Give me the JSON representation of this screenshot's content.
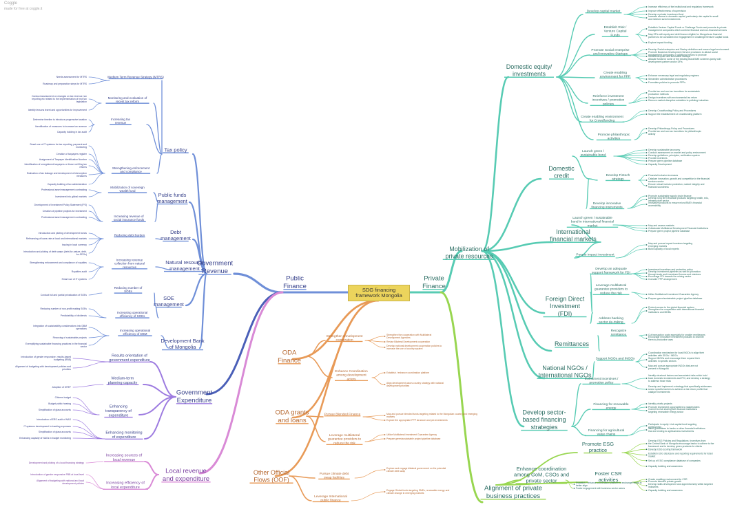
{
  "header": {
    "title": "Coggle",
    "subtitle": "made for free at coggle.it"
  },
  "center": {
    "line1": "SDG financing",
    "line2": "framework Mongolia"
  },
  "colors": {
    "blue": "#6f8fd8",
    "darkblue": "#4a5fb8",
    "purple": "#9d7be0",
    "pink": "#d98ad6",
    "orange": "#e89a57",
    "teal": "#57cbb3",
    "green": "#98d650",
    "ink": "#36408a",
    "brown": "#b5662d",
    "darkteal": "#2b6d63"
  },
  "branches": {
    "public_finance": "Public\nFinance",
    "private_finance": "Private\nFinance",
    "government_revenue": "Government\nRevenue",
    "government_expenditure": "Government\nExpenditure",
    "local_revenue": "Local revenue\nand expenditure",
    "oda_finance": "ODA\nFinance",
    "oda_grants": "ODA grants\nand loans",
    "oof": "Other Official\nFlows (OOF)",
    "mobilization": "Mobilization of\nprivate resources",
    "alignment": "Alignment of private\nbusiness practices"
  },
  "revenue_nodes": [
    {
      "id": "tax",
      "label": "Tax policy"
    },
    {
      "id": "pfm",
      "label": "Public funds\nmanagement"
    },
    {
      "id": "debt",
      "label": "Debt\nmanagement"
    },
    {
      "id": "natres",
      "label": "Natural resource\nmanagement"
    },
    {
      "id": "soe",
      "label": "SOE\nmanagement"
    },
    {
      "id": "dbm",
      "label": "Development Bank\nof Mongolia"
    }
  ],
  "revenue_subs": [
    {
      "id": "mtrs",
      "parent": "tax",
      "label": "Medium Term Revenue Strategy (MTRS)",
      "leaves": [
        "Needs assessment for MTRS",
        "Roadmap and preparation steps for MTRS"
      ]
    },
    {
      "id": "monitor",
      "parent": "tax",
      "label": "Monitoring and evaluation of\nrecent tax reform",
      "leaves": [
        "Conduct assessment on changes on tax revenue, tax\nreporting etc related to the implementation of new tax\nlegislation",
        "Identify lessons learnt and opportunities for improvement"
      ]
    },
    {
      "id": "incr",
      "parent": "tax",
      "label": "Increasing tax\nrevenue",
      "leaves": [
        "Determine timeline to introduce progressive taxation",
        "Identification of measures to increase tax revenue",
        "Capacity building in tax audit"
      ]
    },
    {
      "id": "strength",
      "parent": "tax",
      "label": "Strengthening enforcement\nand compliance",
      "leaves": [
        "Smart use of IT systems for tax reporting, payment and\nmonitoring",
        "Creation of taxpayers register",
        "Assignment of Taxpayer Identification Number",
        "Identification of unregistered taxpayers or those not filing tax\nreturns",
        "Estimation of tax leakage and development of interception\nmeasures",
        "Capacity building of tax administration"
      ]
    },
    {
      "id": "swf",
      "parent": "pfm",
      "label": "Mobilization of sovereign\nwealth fund",
      "leaves": [
        "Professional asset management contracting",
        "Investment into global markets"
      ]
    },
    {
      "id": "sifunds",
      "parent": "pfm",
      "label": "Increasing revenue of\nsocial insurance funds",
      "leaves": [
        "Development of Investment Policy Statement (IPS)",
        "Creation of pipeline projects for investment",
        "Professional asset management contracting"
      ]
    },
    {
      "id": "reduce",
      "parent": "debt",
      "label": "Reducing debt burden",
      "leaves": [
        "Introduction and piloting of development bonds",
        "Refinancing of loans rate at local and international markets",
        "Issuing in local currency",
        "Introduction and piloting of debt swaps (debt-for-nature, debt-\nfor-SDGs)"
      ]
    },
    {
      "id": "natrev",
      "parent": "natres",
      "label": "Increasing revenue\ncollection from natural\nresources",
      "leaves": [
        "Strengthening enforcement and compliance of royalties",
        "Royalties audit",
        "Smart use of IT systems"
      ]
    },
    {
      "id": "soes",
      "parent": "soe",
      "label": "Reducing number of\nSOEs",
      "leaves": [
        "Conduct full and partial privatization of SOEs"
      ]
    },
    {
      "id": "soeeff",
      "parent": "soe",
      "label": "Increasing operational\nefficiency of SOEs",
      "leaves": [
        "Reducing number of non-profit making SOEs",
        "Predictability of dividends"
      ]
    },
    {
      "id": "dbmeff",
      "parent": "dbm",
      "label": "Increasing operational\nefficiency of DBM",
      "leaves": [
        "Integration of sustainability considerations into DBM\noperations",
        "Financing of sustainable projects",
        "Exemplifying sustainable financing practices in the financial\nsector"
      ]
    }
  ],
  "expenditure_nodes": [
    {
      "id": "results",
      "label": "Results orientation of\ngovernment expenditure",
      "leaves": [
        "Introduction of gender responsive, results-based\nbudgeting (RBB)",
        "Alignment of budgeting with development policies and\npriorities"
      ]
    },
    {
      "id": "mtp",
      "label": "Medium-term\nplanning capacity",
      "leaves": [
        "Adoption of MTEF"
      ]
    },
    {
      "id": "transp",
      "label": "Enhancing\ntransparency of\nexpenditure",
      "leaves": [
        "Citizens budget",
        "Budget public hearing",
        "Simplification of glass accounts"
      ]
    },
    {
      "id": "monexp",
      "label": "Enhancing monitoring\nof expenditure",
      "leaves": [
        "Introduction of ERS audit of NAO",
        "IT systems development in tracking expenses",
        "Simplification of glass accounts",
        "Enhancing capacity of NAOs in budget monitoring"
      ]
    }
  ],
  "local_nodes": [
    {
      "id": "locrev",
      "label": "Increasing sources of\nlocal revenue",
      "leaves": [
        "Development and piloting of a local financing strategy"
      ]
    },
    {
      "id": "locexp",
      "label": "Increasing efficiency of\nlocal expenditure",
      "leaves": [
        "Introduction of gender responsive PBB at local level",
        "Alignment of budgeting with national and local\ndevelopment policies"
      ]
    }
  ],
  "oda_nodes": [
    {
      "id": "sdc",
      "group": "oda_finance",
      "label": "Strengthen Development\ncooperation",
      "leaves": [
        "Strengthen the cooperation with Multilateral\nDevelopment Agencies",
        "Revise Bilateral Development cooperation",
        "Develop national development cooperation policies to\nincrease the use of country system"
      ]
    },
    {
      "id": "coord",
      "group": "oda_finance",
      "label": "Enhance Coordination\namong development\nactors",
      "leaves": [
        "Establish / enhance coordination platform",
        "Align development actors country strategy with national\ndevelopment priorities"
      ]
    },
    {
      "id": "blended",
      "group": "oda_grants",
      "label": "Pursue Blended Finance",
      "leaves": [
        "Map and pursue blended funds targeting related to the Mongolian country and emerging\nmarkets",
        "Explore the appropriate PPP structure and pre-investments"
      ]
    },
    {
      "id": "mga",
      "group": "oda_grants",
      "label": "Leverage multilateral\nguarantee providers to\nreduce the risk",
      "leaves": [
        "Utilize Multilateral Investment Guarantee Agency",
        "Prepare green/sustainable project pipeline database"
      ]
    },
    {
      "id": "swap",
      "group": "oof",
      "label": "Pursue climate debt\nswap facilities",
      "leaves": [
        "Explore and engage bilateral government on the potential\nclimate debt swap"
      ]
    },
    {
      "id": "lipf",
      "group": "oof",
      "label": "Leverage International\npublic finance",
      "leaves": [
        "Engage Global funds targeting SMEs, renewable energy and\nclimate change in emerging markets"
      ]
    }
  ],
  "private_groups": [
    {
      "id": "equity",
      "label": "Domestic equity/\ninvestments"
    },
    {
      "id": "credit",
      "label": "Domestic\ncredit"
    },
    {
      "id": "intl",
      "label": "International\nfinancial markets"
    },
    {
      "id": "fdi",
      "label": "Foreign Direct\nInvestment\n(FDI)"
    },
    {
      "id": "remit",
      "label": "Remittances"
    },
    {
      "id": "ngos",
      "label": "National NGOs /\nInternational NGOs"
    },
    {
      "id": "sector",
      "label": "Develop sector-\nbased financing\nstrategies"
    }
  ],
  "private_subs": [
    {
      "id": "capmkt",
      "parent": "equity",
      "label": "Develop capital market",
      "leaves": [
        "Increase efficiency of the institutional and regulatory framework",
        "Improve effectiveness of supervision",
        "Develop a private investment fund",
        "Increase access to domestic capital, particularly risk capital to small\nand medium sized investments"
      ]
    },
    {
      "id": "vc",
      "parent": "equity",
      "label": "Establish Risk /\nVenture Capital\nFunds",
      "leaves": [
        "Establish Venture Capital Funds or Challenge Funds and promote to private\nmanagement companies which combine financial and non-financial services",
        "Map SFIs with equity and debt finance eligible for Mongolia as financial\npartners to be considered for engagement in Challenge/Venture Capital funds",
        "Explore impact funding"
      ]
    },
    {
      "id": "social",
      "parent": "equity",
      "label": "Promote Social enterprise\nand innovative Startups",
      "leaves": [
        "Develop Social enterprise and Startup definition and ensure legal environment",
        "Promote Business Development Service provisions to attract social\nmanagement companies or additional means to promote",
        "Social enterprise and innovation startups",
        "Allocate funds for some of the existing Bond/SME schemes jointly with\ndevelopment partner and/or DFIs"
      ]
    },
    {
      "id": "ppp",
      "parent": "equity",
      "label": "Create enabling\nenvironment for PPP",
      "leaves": [
        "Enhance necessary legal and regulatory regimes",
        "Streamline administrative procedures",
        "Formulate policies to promote PPPs"
      ]
    },
    {
      "id": "taxinc",
      "parent": "equity",
      "label": "Reinforce investment\nincentives / promotion\npolicies",
      "leaves": [
        "Provide tax and non-tax incentives for sustainable\nproduction methods",
        "Design incentives with environmental tax return",
        "Remove market-disruptive subsidies to polluting industries"
      ]
    },
    {
      "id": "crowd",
      "parent": "equity",
      "label": "Create enabling environment\nfor Crowdfunding",
      "leaves": [
        "Develop Crowdfunding Policy and Procedures",
        "Support the establishment of crowdfunding platform"
      ]
    },
    {
      "id": "philan",
      "parent": "equity",
      "label": "Promote philanthropic\nactivities",
      "leaves": [
        "Develop Philanthropy Policy and Procedures",
        "Provide tax and non-tax incentives for philanthropic\nactivity"
      ]
    },
    {
      "id": "green",
      "parent": "credit",
      "label": "Launch green /\nsustainable bond",
      "leaves": [
        "Develop sustainable taxonomy",
        "Conduct assessment on market and policy environment",
        "Develop guidelines, principles, verification system",
        "Provide incentives",
        "Prepare green pipeline database",
        "Capacity Development"
      ]
    },
    {
      "id": "fintech",
      "parent": "credit",
      "label": "Develop Fintech\nstrategy",
      "leaves": [
        "Financial inclusion increases",
        "Catalyze innovation, growth and competition in the financial\nservices sector",
        "Ensure robust investor protection, market integrity and\nfinancial soundness"
      ]
    },
    {
      "id": "innov",
      "parent": "credit",
      "label": "Develop innovative\nfinancing instruments",
      "leaves": [
        "Promote sustainable supply chain finance",
        "Develop long term financial products targeting health, edu,\ninfrastructure sector",
        "Innovative products to ensure micro/SME's financial\naccessibility"
      ]
    },
    {
      "id": "intlbond",
      "parent": "intl",
      "label": "Launch green / sustainable\nbond in international financial\nmarket",
      "leaves": [
        "Map and assess markets",
        "Collaborate Multilateral Development Financial Institutions",
        "Prepare green project pipeline database"
      ]
    },
    {
      "id": "impact",
      "parent": "intl",
      "label": "Pursue impact investment",
      "leaves": [
        "Map and pursue impact investors targeting\nemerging markets",
        "Build capacity of local experts"
      ]
    },
    {
      "id": "fdifw",
      "parent": "fdi",
      "label": "Develop an adequate\nsupport framework for FDI",
      "leaves": [
        "Investment incentives and protection policy",
        "Develop investment pipelines as well as promotion\nthrough trade and investment forums and missions",
        "Encourage FDI towards the mining sector",
        "Consider PPP arrangement"
      ]
    },
    {
      "id": "fdimga",
      "parent": "fdi",
      "label": "Leverage multilateral\nguarantee providers to\nreduce the risk",
      "leaves": [
        "Utilize Multilateral Investment Guarantee Agency",
        "Prepare green/sustainable project pipeline database"
      ]
    },
    {
      "id": "banking",
      "parent": "fdi",
      "label": "Address banking\nsector de-risking",
      "leaves": [
        "Protect access to the global financial system",
        "Strengthen the cooperation with international financial\ninstitutions and MDBs"
      ]
    },
    {
      "id": "remsub",
      "parent": "remit",
      "label": "Recognize\nremittance",
      "leaves": [
        "Cut transaction costs especially for smaller remittances",
        "Encourage innovative investment products to channel\nthem to productive uses"
      ]
    },
    {
      "id": "ngosub",
      "parent": "ngos",
      "label": "Support NGOs and INGOs",
      "leaves": [
        "Coordination mechanism for local INGOs to align their\nactivities with SDGs / INDCs",
        "Support INGOs and encourage them expand their\nactivities in specific sectors",
        "Map and pursue appropriate INGOs that are not\npresent in Mongolia"
      ]
    },
    {
      "id": "promo",
      "parent": "sector",
      "label": "Investment incentives /\npromotion policy",
      "leaves": [
        "Identify structural factors and associated risks which hold\nback domestic investments and FDI, and develop a strategy\nto address those risks",
        "Develop and implement a strategy that specifically addresses\nsector specific barriers to achieve a risk return profile that\ncatalyze investments"
      ]
    },
    {
      "id": "renew",
      "parent": "sector",
      "label": "Financing for renewable\nenergy",
      "leaves": [
        "Identify priority projects",
        "Promote investment opportunities to stakeholders",
        "Commit to risk sharing with financial institutions\ntargeting renewable energy sector"
      ]
    },
    {
      "id": "agri",
      "parent": "sector",
      "label": "Financing for agricultural\nvalue chains",
      "leaves": [
        "Participate in equity / risk capital fund targeting\nagribusiness",
        "Issue guarantees to banks or other financial institutions\nthat are lending to agribusiness investments"
      ]
    }
  ],
  "alignment_nodes": [
    {
      "id": "esg",
      "label": "Promote ESG\npractice",
      "leaves": [
        "Develop ESG Policies and Regulations: Incentives from\nthe Central Bank of Mongolia encourage banks to adhere to the\nframework and to develop green products for clients",
        "Develop ESG scoring framework",
        "Establish ESG disclosure and reporting requirements for listed\nmarket",
        "Set up of ESG compliance database of companies",
        "Capacity building and awareness"
      ]
    },
    {
      "id": "coordcso",
      "label": "Enhance coordination\namong GoM, CSOs and\nprivate sector",
      "leaves": [
        "Establish / enhance coordination platform to exchange needs to\nbetter align",
        "Foster engagement with business sector actors"
      ]
    },
    {
      "id": "csr",
      "label": "Foster CSR\nactivities",
      "leaves": [
        "Create enabling environment for CSR",
        "Promote blended private growth",
        "Develop skills development and apprenticeship within targeted\nindustries",
        "Capacity building and awareness"
      ]
    }
  ]
}
